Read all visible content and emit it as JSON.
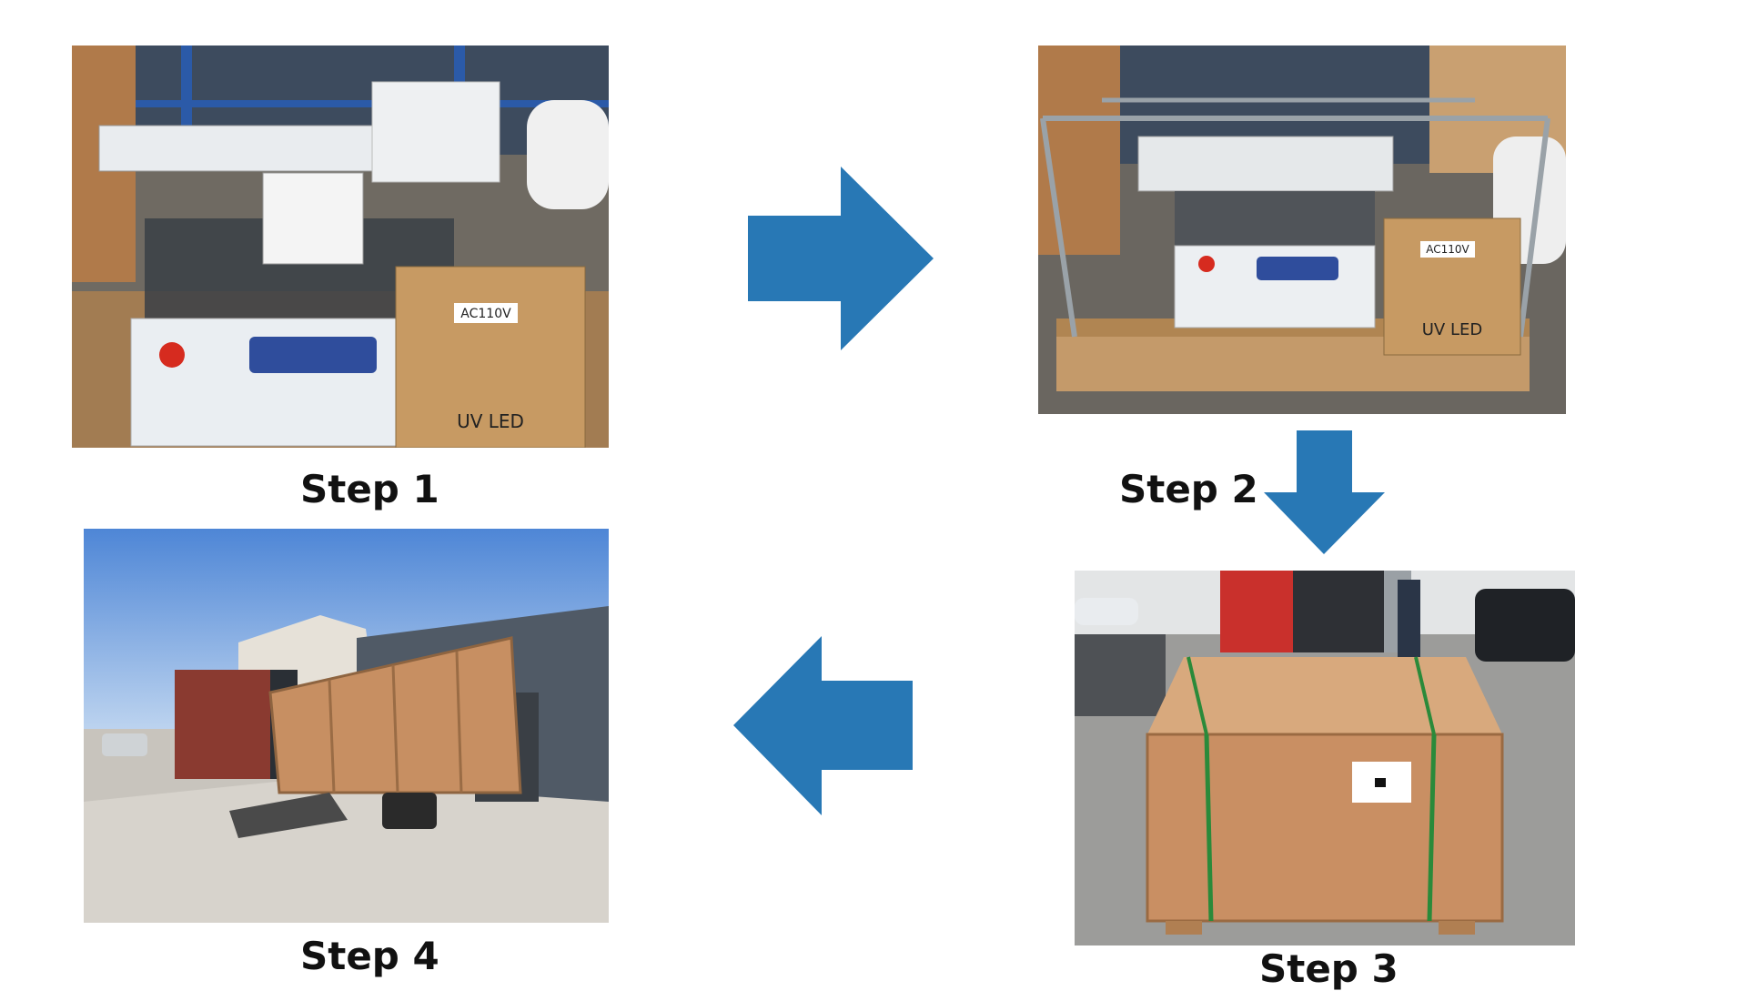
{
  "steps": [
    {
      "label": "Step 1"
    },
    {
      "label": "Step 2"
    },
    {
      "label": "Step 3"
    },
    {
      "label": "Step 4"
    }
  ],
  "box_texts": {
    "uv_led": "UV LED",
    "voltage": "AC110V"
  },
  "colors": {
    "arrow": "#2878b5",
    "label": "#111111"
  }
}
